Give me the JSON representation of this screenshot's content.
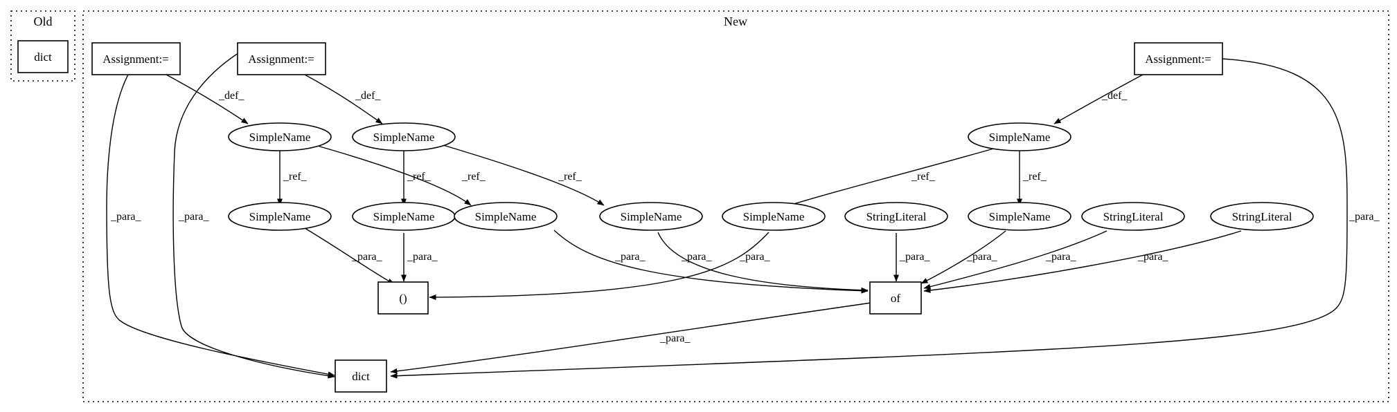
{
  "clusters": [
    {
      "id": "old",
      "label": "Old"
    },
    {
      "id": "new",
      "label": "New"
    }
  ],
  "nodes": [
    {
      "id": "old_dict",
      "label": "dict",
      "shape": "box"
    },
    {
      "id": "asg1",
      "label": "Assignment:=",
      "shape": "box"
    },
    {
      "id": "asg2",
      "label": "Assignment:=",
      "shape": "box"
    },
    {
      "id": "asg3",
      "label": "Assignment:=",
      "shape": "box"
    },
    {
      "id": "sn_a",
      "label": "SimpleName",
      "shape": "ellipse"
    },
    {
      "id": "sn_b",
      "label": "SimpleName",
      "shape": "ellipse"
    },
    {
      "id": "sn_c",
      "label": "SimpleName",
      "shape": "ellipse"
    },
    {
      "id": "sn1",
      "label": "SimpleName",
      "shape": "ellipse"
    },
    {
      "id": "sn2",
      "label": "SimpleName",
      "shape": "ellipse"
    },
    {
      "id": "sn3",
      "label": "SimpleName",
      "shape": "ellipse"
    },
    {
      "id": "sn4",
      "label": "SimpleName",
      "shape": "ellipse"
    },
    {
      "id": "sn5",
      "label": "SimpleName",
      "shape": "ellipse"
    },
    {
      "id": "sl1",
      "label": "StringLiteral",
      "shape": "ellipse"
    },
    {
      "id": "sn6",
      "label": "SimpleName",
      "shape": "ellipse"
    },
    {
      "id": "sl2",
      "label": "StringLiteral",
      "shape": "ellipse"
    },
    {
      "id": "sl3",
      "label": "StringLiteral",
      "shape": "ellipse"
    },
    {
      "id": "paren",
      "label": "()",
      "shape": "box"
    },
    {
      "id": "of",
      "label": "of",
      "shape": "box"
    },
    {
      "id": "dict",
      "label": "dict",
      "shape": "box"
    }
  ],
  "edges": [
    {
      "id": "e_asg1_sna",
      "from": "asg1",
      "to": "sn_a",
      "label": "_def_"
    },
    {
      "id": "e_asg2_snb",
      "from": "asg2",
      "to": "sn_b",
      "label": "_def_"
    },
    {
      "id": "e_asg3_snc",
      "from": "asg3",
      "to": "sn_c",
      "label": "_def_"
    },
    {
      "id": "e_sna_sn1",
      "from": "sn_a",
      "to": "sn1",
      "label": "_ref_"
    },
    {
      "id": "e_sna_sn3",
      "from": "sn_a",
      "to": "sn3",
      "label": "_ref_"
    },
    {
      "id": "e_snb_sn2",
      "from": "sn_b",
      "to": "sn2",
      "label": "_ref_"
    },
    {
      "id": "e_snb_sn4",
      "from": "sn_b",
      "to": "sn4",
      "label": "_ref_"
    },
    {
      "id": "e_snc_sn5",
      "from": "sn_c",
      "to": "sn5",
      "label": "_ref_"
    },
    {
      "id": "e_snc_sn6",
      "from": "sn_c",
      "to": "sn6",
      "label": "_ref_"
    },
    {
      "id": "e_sn1_paren",
      "from": "sn1",
      "to": "paren",
      "label": "_para_"
    },
    {
      "id": "e_sn2_paren",
      "from": "sn2",
      "to": "paren",
      "label": "_para_"
    },
    {
      "id": "e_sn5_paren",
      "from": "sn5",
      "to": "paren",
      "label": "_para_"
    },
    {
      "id": "e_sn3_of",
      "from": "sn3",
      "to": "of",
      "label": "_para_"
    },
    {
      "id": "e_sn4_of",
      "from": "sn4",
      "to": "of",
      "label": "_para_"
    },
    {
      "id": "e_sl1_of",
      "from": "sl1",
      "to": "of",
      "label": "_para_"
    },
    {
      "id": "e_sn6_of",
      "from": "sn6",
      "to": "of",
      "label": "_para_"
    },
    {
      "id": "e_sl2_of",
      "from": "sl2",
      "to": "of",
      "label": "_para_"
    },
    {
      "id": "e_sl3_of",
      "from": "sl3",
      "to": "of",
      "label": "_para_"
    },
    {
      "id": "e_of_dict",
      "from": "of",
      "to": "dict",
      "label": "_para_"
    },
    {
      "id": "e_asg1_dict",
      "from": "asg1",
      "to": "dict",
      "label": "_para_"
    },
    {
      "id": "e_asg2_dict",
      "from": "asg2",
      "to": "dict",
      "label": "_para_"
    },
    {
      "id": "e_asg3_dict",
      "from": "asg3",
      "to": "dict",
      "label": "_para_"
    }
  ]
}
